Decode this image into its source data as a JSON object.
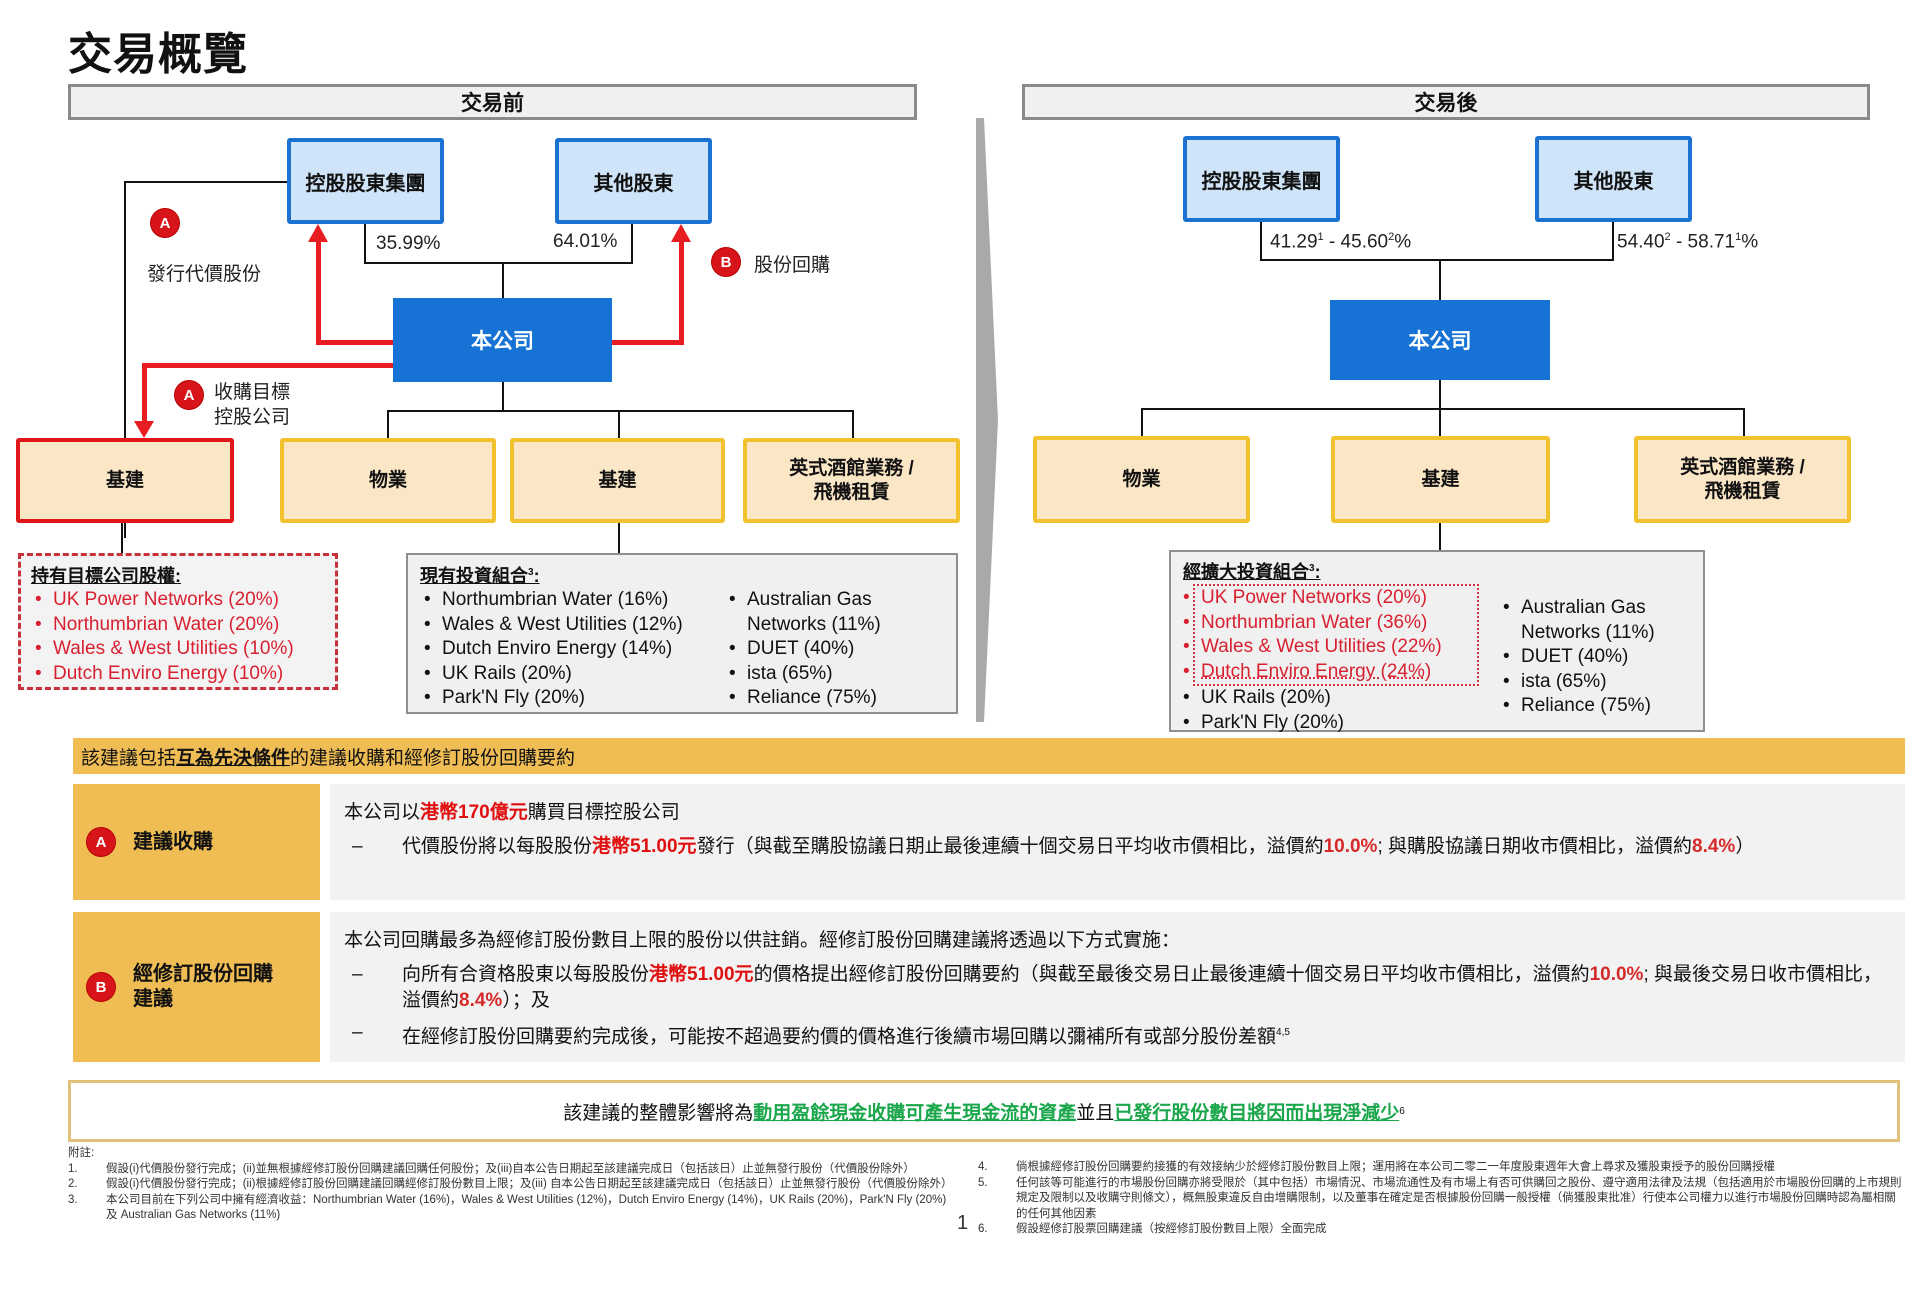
{
  "title": "交易概覽",
  "before": {
    "header": "交易前",
    "controlling_group": "控股股東集團",
    "other_shareholders": "其他股東",
    "controlling_pct": "35.99%",
    "other_pct": "64.01%",
    "company": "本公司",
    "action_a_badge": "A",
    "action_a_issue_label": "發行代價股份",
    "action_b_badge": "B",
    "action_b_label": "股份回購",
    "action_a2_badge": "A",
    "action_a2_label_line1": "收購目標",
    "action_a2_label_line2": "控股公司",
    "target_segment": "基建",
    "segments": [
      "物業",
      "基建",
      "英式酒館業務 /",
      "飛機租賃"
    ],
    "target_holdings": {
      "title": "持有目標公司股權:",
      "items": [
        "UK Power Networks (20%)",
        "Northumbrian Water (20%)",
        "Wales & West Utilities (10%)",
        "Dutch Enviro Energy (10%)"
      ]
    },
    "portfolio": {
      "title": "現有投資組合",
      "title_sup": "3",
      "title_colon": ":",
      "left": [
        "Northumbrian Water (16%)",
        "Wales & West Utilities (12%)",
        "Dutch Enviro Energy (14%)",
        "UK Rails (20%)",
        "Park'N Fly (20%)"
      ],
      "right": [
        "Australian Gas",
        "Networks (11%)",
        "DUET (40%)",
        "ista (65%)",
        "Reliance (75%)"
      ]
    }
  },
  "after": {
    "header": "交易後",
    "controlling_group": "控股股東集團",
    "other_shareholders": "其他股東",
    "controlling_pct_a": "41.29",
    "controlling_pct_a_sup": "1",
    "controlling_pct_b": " - 45.60",
    "controlling_pct_b_sup": "2",
    "controlling_pct_end": "%",
    "other_pct_a": "54.40",
    "other_pct_a_sup": "2",
    "other_pct_b": " - 58.71",
    "other_pct_b_sup": "1",
    "other_pct_end": "%",
    "company": "本公司",
    "segments": [
      "物業",
      "基建",
      "英式酒館業務 /",
      "飛機租賃"
    ],
    "portfolio": {
      "title": "經擴大投資組合",
      "title_sup": "3",
      "title_colon": ":",
      "left_highlighted": [
        "UK Power Networks (20%)",
        "Northumbrian Water (36%)",
        "Wales & West Utilities (22%)",
        "Dutch Enviro Energy (24%)"
      ],
      "left": [
        "UK Rails (20%)",
        "Park'N Fly (20%)"
      ],
      "right": [
        "Australian Gas",
        "Networks (11%)",
        "DUET (40%)",
        "ista (65%)",
        "Reliance (75%)"
      ]
    }
  },
  "proposal": {
    "bar_pre": "該建議包括",
    "bar_em": "互為先決條件",
    "bar_post": "的建議收購和經修訂股份回購要約",
    "row_a": {
      "badge": "A",
      "label": "建議收購",
      "line1_pre": "本公司以",
      "line1_hl": "港幣170億元",
      "line1_post": "購買目標控股公司",
      "dash": "–",
      "line2_pre": "代價股份將以每股股份",
      "line2_hl": "港幣51.00元",
      "line2_mid": "發行（與截至購股協議日期止最後連續十個交易日平均收市價相比，溢價約",
      "line2_pct1": "10.0%",
      "line2_mid2": "; 與購股協議日期收市價相比，溢價約",
      "line2_pct2": "8.4%",
      "line2_end": "）"
    },
    "row_b": {
      "badge": "B",
      "label_line1": "經修訂股份回購",
      "label_line2": "建議",
      "line1": "本公司回購最多為經修訂股份數目上限的股份以供註銷。經修訂股份回購建議將透過以下方式實施：",
      "dash": "–",
      "line2_pre": "向所有合資格股東以每股股份",
      "line2_hl": "港幣51.00元",
      "line2_mid": "的價格提出經修訂股份回購要約（與截至最後交易日止最後連續十個交易日平均收市價相比，溢價約",
      "line2_pct1": "10.0%",
      "line2_mid2": "; 與最後交易日收市價相比，溢價約",
      "line2_pct2": "8.4%",
      "line2_end": "）；及",
      "line3": "在經修訂股份回購要約完成後，可能按不超過要約價的價格進行後續市場回購以彌補所有或部分股份差額",
      "line3_sup": "4,5"
    }
  },
  "summary": {
    "pre": "該建議的整體影響將為",
    "g1": "動用盈餘現金收購可產生現金流的資產",
    "mid": "並且",
    "g2": "已發行股份數目將因而出現淨減少",
    "sup": "6"
  },
  "notes": {
    "heading": "附註:",
    "items": [
      {
        "n": "1.",
        "t": "假設(i)代價股份發行完成；(ii)並無根據經修訂股份回購建議回購任何股份；及(iii)自本公告日期起至該建議完成日（包括該日）止並無發行股份（代價股份除外）"
      },
      {
        "n": "2.",
        "t": "假設(i)代價股份發行完成；(ii)根據經修訂股份回購建議回購經修訂股份數目上限；及(iii) 自本公告日期起至該建議完成日（包括該日）止並無發行股份（代價股份除外）"
      },
      {
        "n": "3.",
        "t": "本公司目前在下列公司中擁有經濟收益：Northumbrian Water (16%)，Wales & West Utilities (12%)，Dutch Enviro Energy (14%)，UK Rails (20%)，Park'N Fly (20%) 及 Australian Gas Networks (11%)"
      },
      {
        "n": "4.",
        "t": "倘根據經修訂股份回購要約接獲的有效接納少於經修訂股份數目上限；運用將在本公司二零二一年度股東週年大會上尋求及獲股東授予的股份回購授權"
      },
      {
        "n": "5.",
        "t": "任何該等可能進行的市場股份回購亦將受限於（其中包括）市場情況、市場流通性及有市場上有否可供購回之股份、遵守適用法律及法規（包括適用於市場股份回購的上市規則規定及限制以及收購守則條文），概無股東違反自由增購限制，以及董事在確定是否根據股份回購一般授權（倘獲股東批准）行使本公司權力以進行市場股份回購時認為屬相關的任何其他因素"
      },
      {
        "n": "6.",
        "t": "假設經修訂股票回購建議（按經修訂股份數目上限）全面完成"
      }
    ]
  },
  "page_number": "1",
  "colors": {
    "company_blue": "#1672d4",
    "shareholder_fill": "#cfe4f8",
    "segment_fill": "#fbe6c6",
    "segment_border": "#f2c12e",
    "accent_red": "#e81d22",
    "proposal_orange": "#efbd53",
    "summary_green": "#1aa64a"
  }
}
